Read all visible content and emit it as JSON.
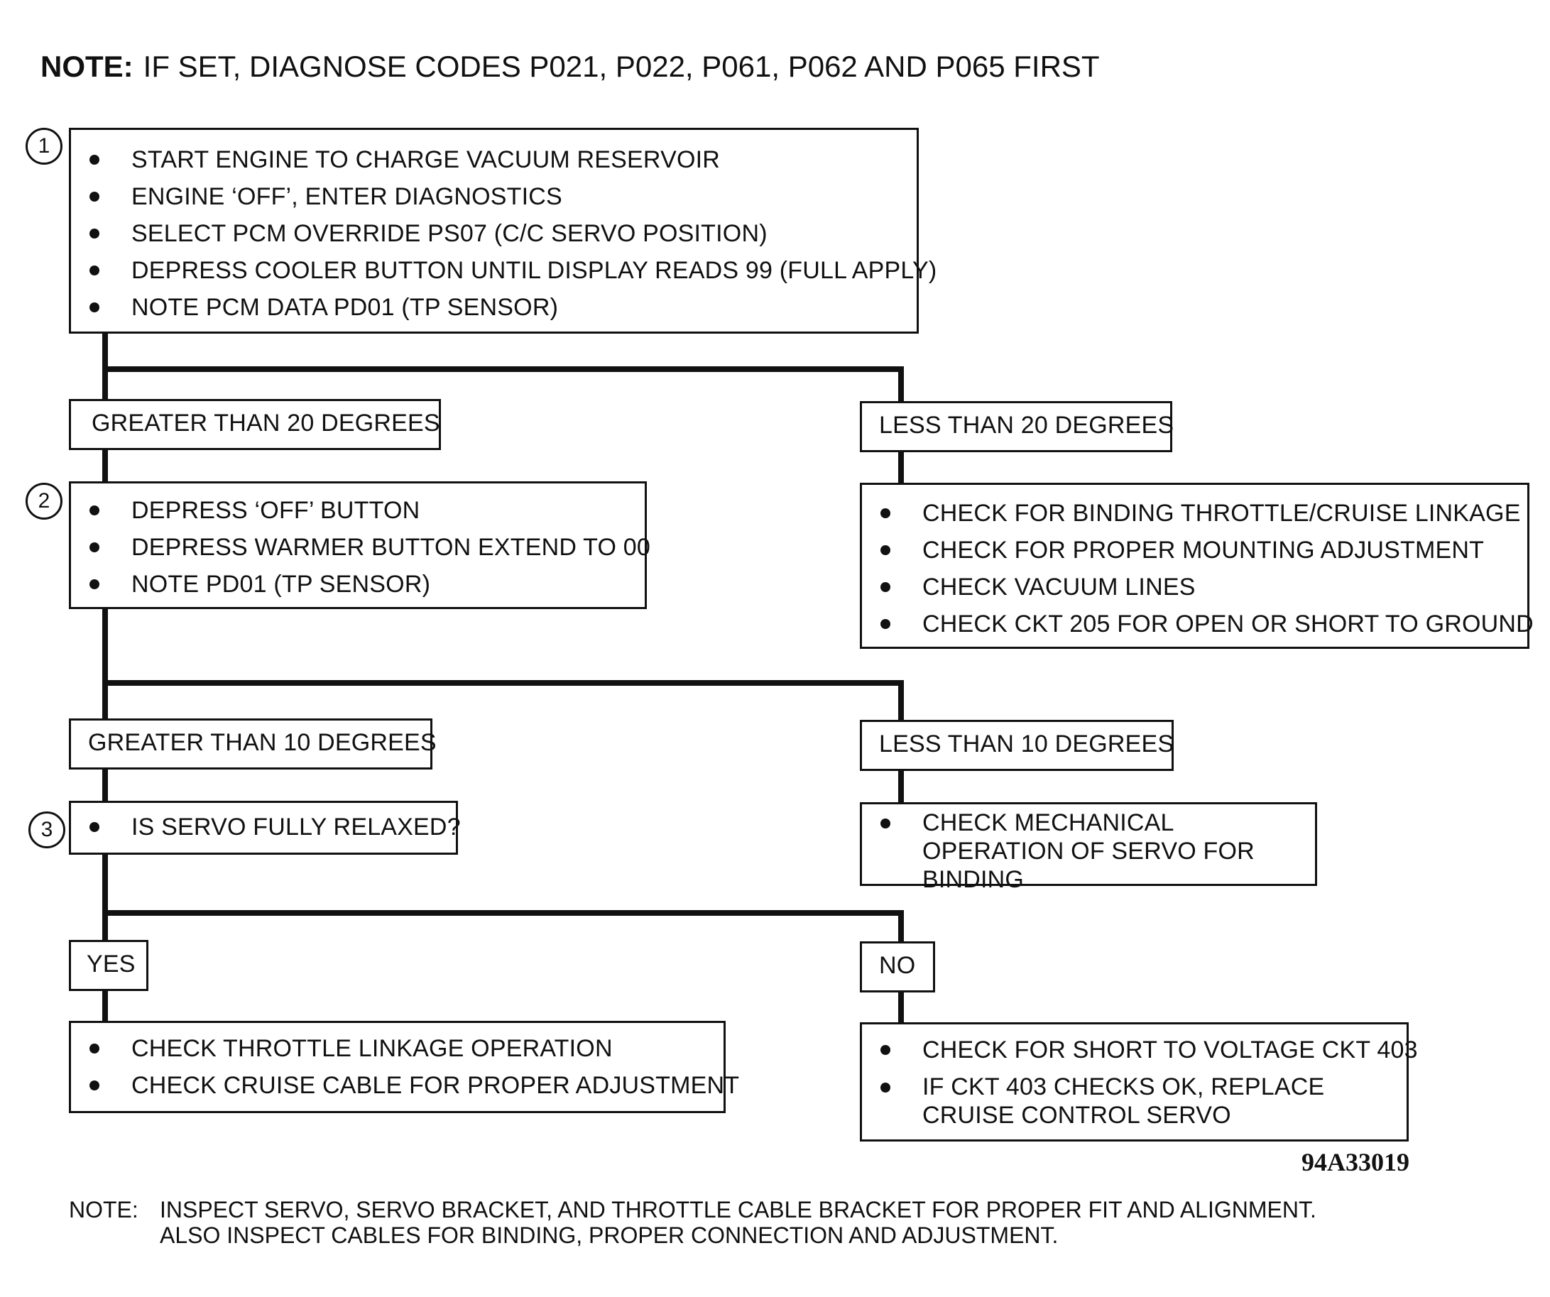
{
  "top_note": {
    "label": "NOTE:",
    "text": "IF SET, DIAGNOSE CODES P021, P022, P061, P062 AND P065 FIRST"
  },
  "step1": {
    "number": "1",
    "items": [
      "START ENGINE TO CHARGE VACUUM RESERVOIR",
      "ENGINE ‘OFF’, ENTER DIAGNOSTICS",
      "SELECT PCM OVERRIDE PS07 (C/C SERVO POSITION)",
      "DEPRESS COOLER BUTTON UNTIL DISPLAY READS 99 (FULL APPLY)",
      "NOTE PCM DATA PD01 (TP SENSOR)"
    ]
  },
  "branch1": {
    "left_label": "GREATER THAN 20 DEGREES",
    "right_label": "LESS THAN 20 DEGREES",
    "right_items": [
      "CHECK FOR BINDING THROTTLE/CRUISE LINKAGE",
      "CHECK FOR PROPER MOUNTING ADJUSTMENT",
      "CHECK VACUUM LINES",
      "CHECK CKT 205 FOR OPEN OR SHORT TO GROUND"
    ]
  },
  "step2": {
    "number": "2",
    "items": [
      "DEPRESS ‘OFF’ BUTTON",
      "DEPRESS WARMER BUTTON EXTEND TO 00",
      "NOTE PD01 (TP SENSOR)"
    ]
  },
  "branch2": {
    "left_label": "GREATER THAN 10 DEGREES",
    "right_label": "LESS THAN 10 DEGREES",
    "right_items": [
      "CHECK MECHANICAL OPERATION OF SERVO FOR BINDING"
    ]
  },
  "step3": {
    "number": "3",
    "items": [
      "IS SERVO FULLY  RELAXED?"
    ]
  },
  "branch3": {
    "left_label": "YES",
    "right_label": "NO",
    "left_items": [
      "CHECK THROTTLE LINKAGE OPERATION",
      "CHECK CRUISE CABLE FOR PROPER ADJUSTMENT"
    ],
    "right_items": [
      "CHECK FOR SHORT TO VOLTAGE CKT 403",
      "IF CKT 403 CHECKS OK, REPLACE CRUISE CONTROL SERVO"
    ]
  },
  "figure_id": "94A33019",
  "bottom_note": {
    "label": "NOTE:",
    "line1": "INSPECT SERVO, SERVO BRACKET, AND THROTTLE CABLE BRACKET FOR PROPER FIT AND ALIGNMENT.",
    "line2": "ALSO INSPECT CABLES FOR BINDING, PROPER CONNECTION AND ADJUSTMENT."
  }
}
